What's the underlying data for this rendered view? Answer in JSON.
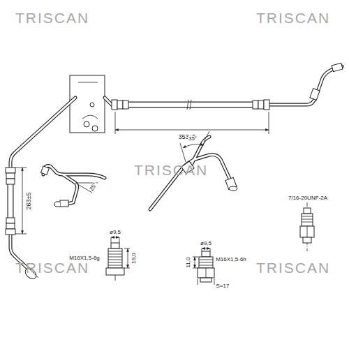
{
  "diagram": {
    "labels": [
      "TRISCAN",
      "TRISCAN",
      "TRISCAN",
      "TRISCAN",
      "TRISCAN",
      "353±5",
      "263±5",
      "25°",
      "35°",
      "7/16-20UNF-2A",
      "ø9,5",
      "M16X1,5-6g",
      "19,0",
      "ø9,5",
      "11,0",
      "M16X1,5-6h",
      "S=17"
    ]
  }
}
